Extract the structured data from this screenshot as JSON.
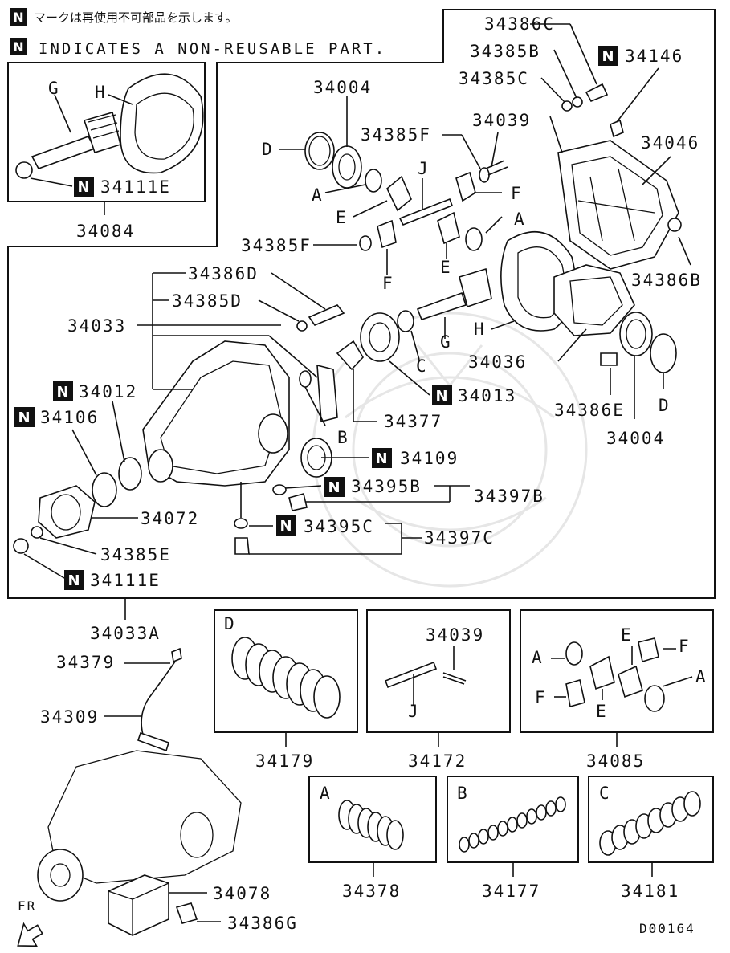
{
  "legend": {
    "jp_text": "マークは再使用不可部品を示します。",
    "en_text": "INDICATES A NON-REUSABLE PART.",
    "mark": "N"
  },
  "diagram_code": "D00164",
  "direction_label": "FR",
  "parts": {
    "p34084": "34084",
    "p34111E_top": "34111E",
    "pG_top": "G",
    "pH_top": "H",
    "p34386C": "34386C",
    "p34385B": "34385B",
    "p34385C": "34385C",
    "p34146": "34146",
    "p34004_top": "34004",
    "p34039_top": "34039",
    "p34385F_top": "34385F",
    "p34046": "34046",
    "pD_top": "D",
    "pA_left": "A",
    "pJ_top": "J",
    "pF_right": "F",
    "pE_left": "E",
    "pA_right": "A",
    "p34385F_mid": "34385F",
    "pE_mid": "E",
    "pF_mid": "F",
    "p34386B": "34386B",
    "p34386D": "34386D",
    "p34385D": "34385D",
    "p34033": "34033",
    "pG_mid": "G",
    "pC_mid": "C",
    "pH_mid": "H",
    "p34036": "34036",
    "p34012": "34012",
    "p34106": "34106",
    "p34013": "34013",
    "p34377": "34377",
    "pB_mid": "B",
    "p34386E": "34386E",
    "pD_mid": "D",
    "p34004_mid": "34004",
    "p34109": "34109",
    "p34395B": "34395B",
    "p34397B": "34397B",
    "p34072": "34072",
    "p34395C": "34395C",
    "p34397C": "34397C",
    "p34385E": "34385E",
    "p34111E_bot": "34111E",
    "p34033A": "34033A",
    "p34379": "34379",
    "p34309": "34309",
    "p34078": "34078",
    "p34386G": "34386G",
    "p34179": "34179",
    "pD_kit": "D",
    "p34172": "34172",
    "p34039_kit": "34039",
    "pJ_kit": "J",
    "p34085": "34085",
    "pA_kit1": "A",
    "pE_kit1": "E",
    "pF_kit1": "F",
    "pF_kit2": "F",
    "pE_kit2": "E",
    "pA_kit2": "A",
    "p34378": "34378",
    "pA_kitbox": "A",
    "p34177": "34177",
    "pB_kitbox": "B",
    "p34181": "34181",
    "pC_kitbox": "C"
  },
  "nonreusable_mark": "N"
}
